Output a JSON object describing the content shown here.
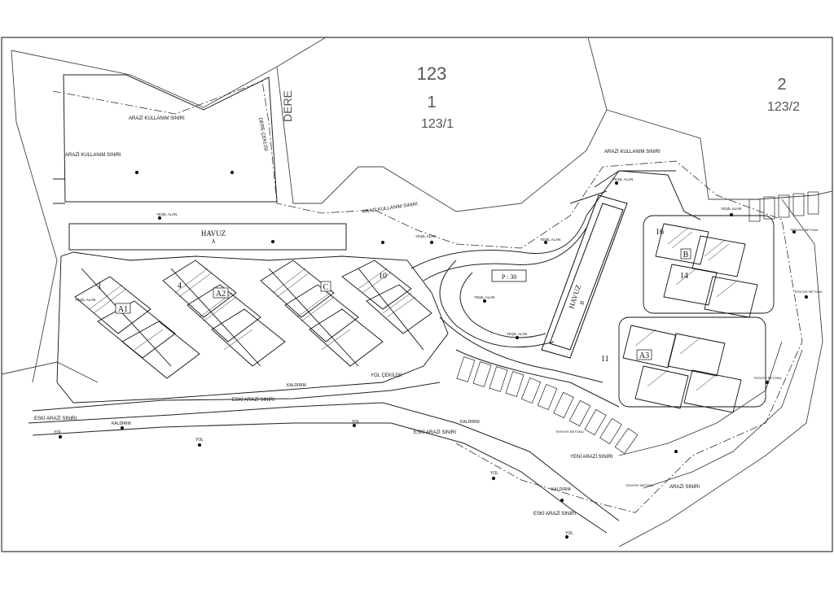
{
  "parcels": {
    "main_number": "123",
    "main_sub": "1",
    "main_full": "123/1",
    "east_sub": "2",
    "east_full": "123/2"
  },
  "features": {
    "stream": "DERE",
    "stream_edge": "DERE ÇEKLİSİ",
    "pool_a_title": "HAVUZ",
    "pool_a_letter": "A",
    "pool_b_title": "HAVUZ",
    "pool_b_letter": "B",
    "parking": "P : 30"
  },
  "boundaries": {
    "land_use_1": "ARAZİ KULLANIM SINIRI",
    "land_use_2": "ARAZİ KULLANIM SINIRI",
    "land_use_3": "ARAZİ KULLANIM SINIRI",
    "land_use_4": "ARAZİ KULLANIM SINIRI",
    "old_1": "ESKİ ARAZİ SINIRI",
    "old_2": "ESKİ ARAZİ SINIRI",
    "old_3": "ESKİ ARAZİ SINIRI",
    "old_4": "ESKİ ARAZİ SINIRI",
    "new": "YENİ ARAZİ SINIRI",
    "site": "ARAZİ SINIRI",
    "road_setback": "YOL ÇEKİLİŞİ"
  },
  "labels": {
    "green_1": "YEŞİL ALAN",
    "green_2": "YEŞİL ALAN",
    "green_3": "YEŞİL ALAN",
    "green_4": "YEŞİL ALAN",
    "green_5": "YEŞİL ALAN",
    "green_6": "YEŞİL ALAN",
    "green_7": "YEŞİL ALAN",
    "green_8": "YEŞİL ALAN",
    "kaldirim_1": "KALDIRIM",
    "kaldirim_2": "KALDIRIM",
    "kaldirim_3": "KALDIRIM",
    "kaldirim_4": "KALDIRIM",
    "yol_1": "YOL",
    "yol_2": "YOL",
    "yol_3": "YOL",
    "yol_4": "YOL",
    "yol_5": "YOL",
    "tesviye_1": "TESVİYE BETONU",
    "tesviye_2": "TESVİYE BETONU",
    "tesviye_3": "TESVİYE BETONU",
    "tesviye_4": "TESVİYE BETONU",
    "tesviye_5": "TESVİYE BETONU"
  },
  "blocks": {
    "a1": "A1",
    "a2": "A2",
    "a3": "A3",
    "b": "B",
    "c": "C",
    "n1": "1",
    "n4": "4",
    "n10": "10",
    "n11": "11",
    "n14": "14",
    "n16": "16"
  }
}
